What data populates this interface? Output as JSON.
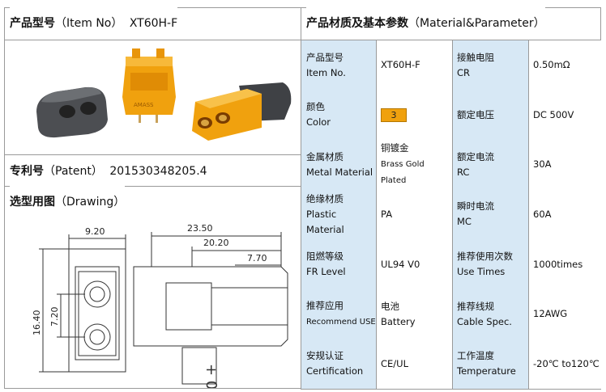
{
  "left": {
    "product_no": {
      "cn": "产品型号",
      "en": "（Item No）",
      "value": "XT60H-F"
    },
    "patent": {
      "cn": "专利号",
      "en": "（Patent）",
      "value": "201530348205.4"
    },
    "drawing": {
      "cn": "选型用图",
      "en": "（Drawing）"
    },
    "dims": {
      "w1": "9.20",
      "w2": "23.50",
      "w3": "20.20",
      "w4": "7.70",
      "h1": "16.40",
      "h2": "7.20"
    },
    "icons": [
      "rubber-cap-icon",
      "xt60-female-upright-icon",
      "xt60-connector-side-icon"
    ]
  },
  "right": {
    "header": {
      "cn": "产品材质及基本参数",
      "en": "（Material&Parameter）"
    },
    "rows": [
      {
        "l1cn": "产品型号",
        "l1en": "Item No.",
        "v1a": "XT60H-F",
        "v1b": "",
        "l2cn": "接触电阻",
        "l2en": "CR",
        "v2": "0.50mΩ"
      },
      {
        "l1cn": "颜色",
        "l1en": "Color",
        "v1a": "3",
        "v1b": "",
        "l2cn": "额定电压",
        "l2en": "",
        "v2": "DC 500V"
      },
      {
        "l1cn": "金属材质",
        "l1en": "Metal Material",
        "v1a": "铜镀金",
        "v1b": "Brass Gold Plated",
        "l2cn": "额定电流",
        "l2en": "RC",
        "v2": "30A"
      },
      {
        "l1cn": "绝缘材质",
        "l1en": "Plastic Material",
        "v1a": "PA",
        "v1b": "",
        "l2cn": "瞬时电流",
        "l2en": "MC",
        "v2": "60A"
      },
      {
        "l1cn": "阻燃等级",
        "l1en": "FR Level",
        "v1a": "UL94 V0",
        "v1b": "",
        "l2cn": "推荐使用次数",
        "l2en": "Use Times",
        "v2": "1000times"
      },
      {
        "l1cn": "推荐应用",
        "l1en": "Recommend USE",
        "v1a": "电池",
        "v1b": "Battery",
        "l2cn": "推荐线规",
        "l2en": "Cable Spec.",
        "v2": "12AWG"
      },
      {
        "l1cn": "安规认证",
        "l1en": "Certification",
        "v1a": "CE/UL",
        "v1b": "",
        "l2cn": "工作温度",
        "l2en": "Temperature",
        "v2": "-20℃ to120℃"
      }
    ]
  },
  "colors": {
    "label_bg": "#d7e8f5",
    "connector": "#f0a10e",
    "border": "#9a9a9a"
  }
}
